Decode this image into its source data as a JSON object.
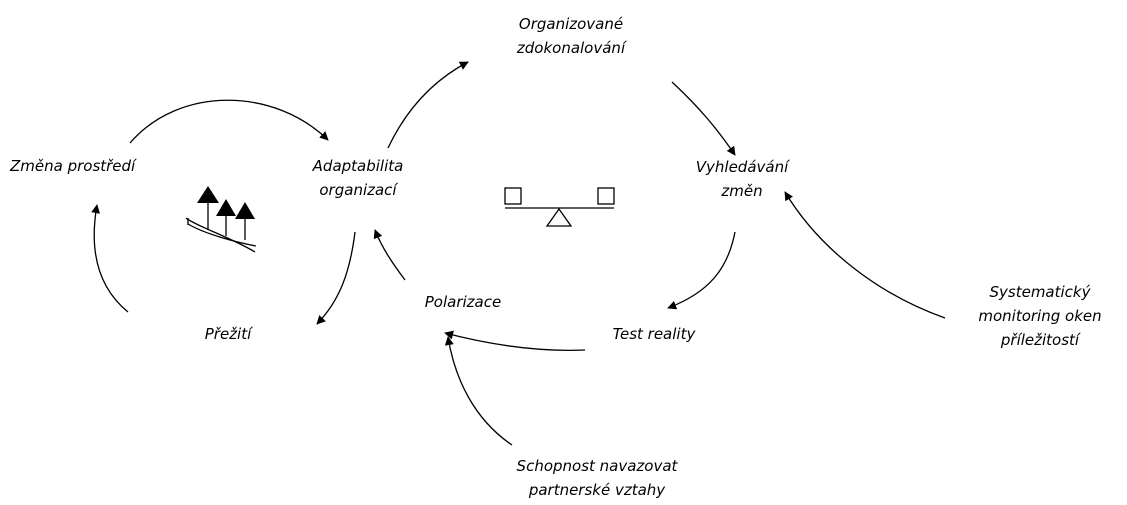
{
  "nodes": {
    "zmena_prostredi": {
      "lines": [
        "Změna prostředí"
      ]
    },
    "adaptabilita": {
      "lines": [
        "Adaptabilita",
        "organizací"
      ]
    },
    "organizovane": {
      "lines": [
        "Organizované",
        "zdokonalování"
      ]
    },
    "vyhledavani": {
      "lines": [
        "Vyhledávání",
        "změn"
      ]
    },
    "test_reality": {
      "lines": [
        "Test reality"
      ]
    },
    "polarizace": {
      "lines": [
        "Polarizace"
      ]
    },
    "preziti": {
      "lines": [
        "Přežití"
      ]
    },
    "systematicky": {
      "lines": [
        "Systematický",
        "monitoring oken",
        "příležitostí"
      ]
    },
    "schopnost": {
      "lines": [
        "Schopnost navazovat",
        "partnerské vztahy"
      ]
    }
  },
  "icons": [
    "trees-on-slope-icon",
    "balance-seesaw-icon"
  ],
  "colors": {
    "ink": "#000000",
    "background": "#ffffff"
  }
}
